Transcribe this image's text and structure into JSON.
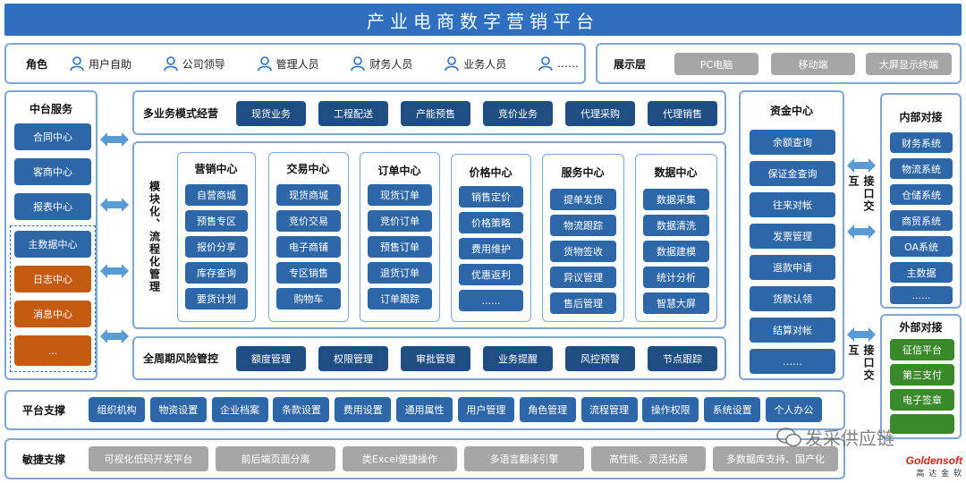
{
  "title": "产业电商数字营销平台",
  "roles": {
    "label": "角色",
    "items": [
      "用户自助",
      "公司领导",
      "管理人员",
      "财务人员",
      "业务人员",
      "……"
    ]
  },
  "display": {
    "label": "展示层",
    "items": [
      "PC电脑",
      "移动端",
      "大屏显示终端"
    ]
  },
  "middle_service": {
    "label": "中台服务",
    "blue_items": [
      "合同中心",
      "客商中心",
      "报表中心"
    ],
    "master_data": "主数据中心",
    "orange_items": [
      "日志中心",
      "消息中心",
      "..."
    ]
  },
  "biz_modes": {
    "label": "多业务模式经营",
    "items": [
      "现货业务",
      "工程配送",
      "产能预售",
      "竞价业务",
      "代理采购",
      "代理销售"
    ]
  },
  "modular_label": "模块化、流程化管理",
  "modules": [
    {
      "title": "营销中心",
      "items": [
        "自营商城",
        "预售专区",
        "报价分享",
        "库存查询",
        "要货计划"
      ]
    },
    {
      "title": "交易中心",
      "items": [
        "现货商城",
        "竞价交易",
        "电子商铺",
        "专区销售",
        "购物车"
      ]
    },
    {
      "title": "订单中心",
      "items": [
        "现货订单",
        "竞价订单",
        "预售订单",
        "退货订单",
        "订单跟踪"
      ]
    },
    {
      "title": "价格中心",
      "items": [
        "销售定价",
        "价格策略",
        "费用维护",
        "优惠返利",
        "......"
      ]
    },
    {
      "title": "服务中心",
      "items": [
        "提单发货",
        "物流跟踪",
        "货物签收",
        "异议管理",
        "售后管理"
      ]
    },
    {
      "title": "数据中心",
      "items": [
        "数据采集",
        "数据清洗",
        "数据建模",
        "统计分析",
        "智慧大屏"
      ]
    }
  ],
  "risk": {
    "label": "全周期风险管控",
    "items": [
      "额度管理",
      "权限管理",
      "审批管理",
      "业务提醒",
      "风控预警",
      "节点跟踪"
    ]
  },
  "funds": {
    "label": "资金中心",
    "items": [
      "余额查询",
      "保证金查询",
      "往来对帐",
      "发票管理",
      "退款申请",
      "货款认领",
      "结算对帐",
      "……"
    ]
  },
  "interface_label": "接口交互",
  "internal": {
    "label": "内部对接",
    "items": [
      "财务系统",
      "物流系统",
      "仓储系统",
      "商贸系统",
      "OA系统",
      "主数据",
      "......"
    ]
  },
  "external": {
    "label": "外部对接",
    "items": [
      "征信平台",
      "第三支付",
      "电子签章"
    ]
  },
  "platform": {
    "label": "平台支撑",
    "items": [
      "组织机构",
      "物资设置",
      "企业档案",
      "条款设置",
      "费用设置",
      "通用属性",
      "用户管理",
      "角色管理",
      "流程管理",
      "操作权限",
      "系统设置",
      "个人办公"
    ]
  },
  "agile": {
    "label": "敏捷支撑",
    "items": [
      "可视化低码开发平台",
      "前后端页面分离",
      "类Excel便捷操作",
      "多语言翻译引擎",
      "高性能、灵活拓展",
      "多数据库支持、国产化"
    ]
  },
  "watermark": "发采供应链",
  "logo": {
    "brand": "Goldensoft",
    "sub": "高 达 金 软"
  }
}
